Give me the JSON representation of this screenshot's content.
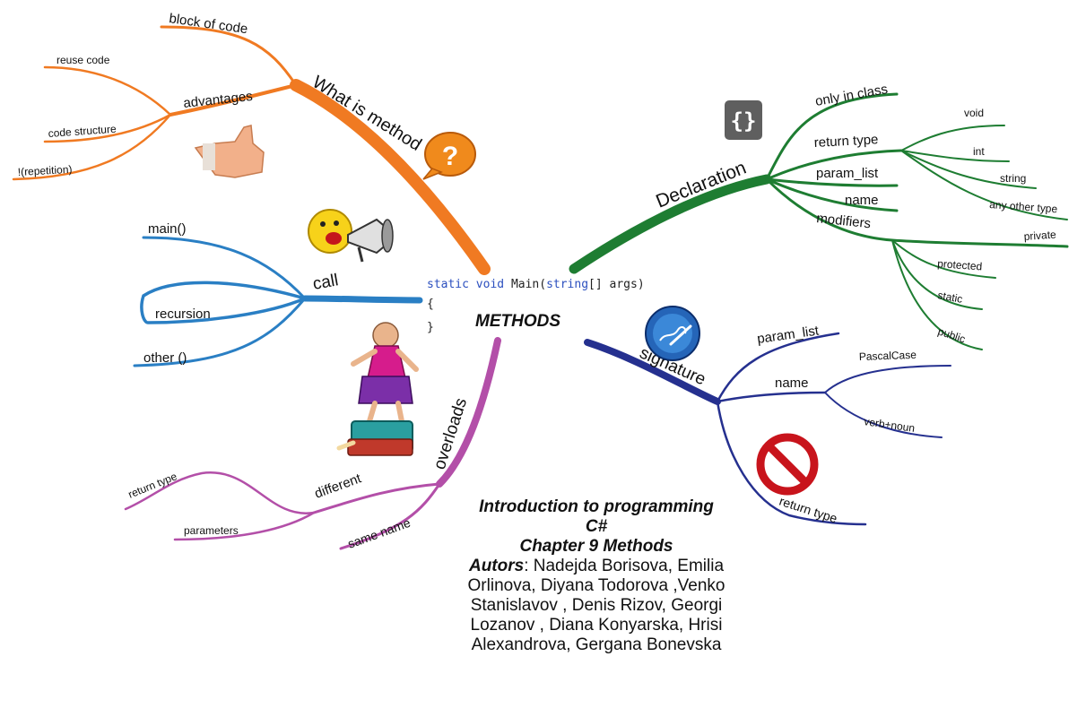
{
  "center": {
    "title": "METHODS",
    "code_line1_kw1": "static",
    "code_line1_kw2": "void",
    "code_line1_name": "Main(",
    "code_line1_kw3": "string",
    "code_line1_rest": "[] args)",
    "code_line2": "{",
    "code_line3": "}"
  },
  "branches": {
    "what_is_method": {
      "label": "What is method",
      "color": "#f07a22",
      "children": {
        "block_of_code": "block of code",
        "advantages": "advantages",
        "reuse_code": "reuse code",
        "code_structure": "code structure",
        "no_repetition": "!(repetition)"
      }
    },
    "declaration": {
      "label": "Declaration",
      "color": "#1e7d32",
      "children": {
        "only_in_class": "only in class",
        "return_type": "return type",
        "void": "void",
        "int": "int",
        "string": "string",
        "any_other_type": "any other type",
        "param_list": "param_list",
        "name": "name",
        "modifiers": "modifiers",
        "private": "private",
        "protected": "protected",
        "static": "static",
        "public": "public"
      }
    },
    "call": {
      "label": "call",
      "color": "#2a7fc4",
      "children": {
        "main": "main()",
        "recursion": "recursion",
        "other": "other ()"
      }
    },
    "signature": {
      "label": "signature",
      "color": "#25308f",
      "children": {
        "param_list": "param_list",
        "name": "name",
        "pascal": "PascalCase",
        "verb_noun": "verb+noun",
        "return_type": "return type"
      }
    },
    "overloads": {
      "label": "overloads",
      "color": "#b34fa8",
      "children": {
        "different": "different",
        "return_type": "return type",
        "parameters": "parameters",
        "same_name": "same name"
      }
    }
  },
  "credits": {
    "line1": "Introduction to programming",
    "line2": "C#",
    "line3": "Chapter 9 Methods",
    "authors_label": "Autors",
    "authors": ": Nadejda Borisova, Emilia Orlinova, Diyana Todorova ,Venko Stanislavov , Denis Rizov, Georgi Lozanov , Diana Konyarska, Hrisi Alexandrova, Gergana Bonevska"
  },
  "icons": [
    "question-bubble-icon",
    "thumbs-up-hand-icon",
    "megaphone-smiley-icon",
    "braces-icon",
    "pen-signature-icon",
    "no-sign-icon",
    "woman-on-suitcase-icon"
  ]
}
